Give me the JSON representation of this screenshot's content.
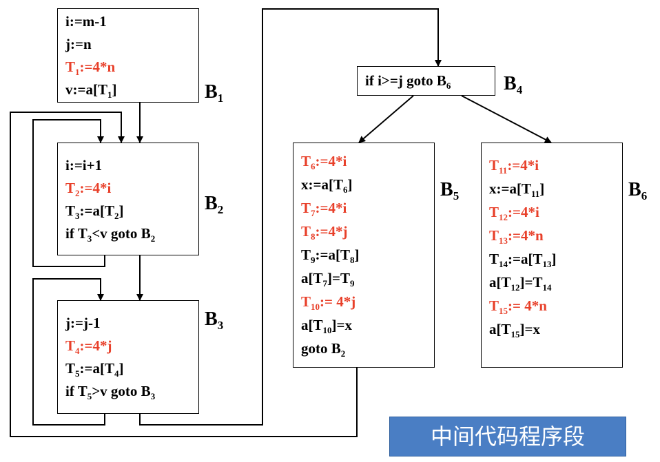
{
  "caption": "中间代码程序段",
  "colors": {
    "highlight": "#e8402a",
    "caption_bg": "#4a7ec4"
  },
  "blocks": {
    "B1": {
      "label": {
        "base": "B",
        "sub": "1"
      },
      "lines": [
        {
          "color": "black",
          "parts": [
            [
              "i:=m-1"
            ]
          ]
        },
        {
          "color": "black",
          "parts": [
            [
              "j:=n"
            ]
          ]
        },
        {
          "color": "red",
          "parts": [
            [
              "T"
            ],
            [
              "1",
              "sub"
            ],
            [
              ":=4*n"
            ]
          ]
        },
        {
          "color": "black",
          "parts": [
            [
              "v:=a[T"
            ],
            [
              "1",
              "sub"
            ],
            [
              "]"
            ]
          ]
        }
      ]
    },
    "B2": {
      "label": {
        "base": "B",
        "sub": "2"
      },
      "lines": [
        {
          "color": "black",
          "parts": [
            [
              "i:=i+1"
            ]
          ]
        },
        {
          "color": "red",
          "parts": [
            [
              "T"
            ],
            [
              "2",
              "sub"
            ],
            [
              ":=4*i"
            ]
          ]
        },
        {
          "color": "black",
          "parts": [
            [
              "T"
            ],
            [
              "3",
              "sub"
            ],
            [
              ":=a[T"
            ],
            [
              "2",
              "sub"
            ],
            [
              "]"
            ]
          ]
        },
        {
          "color": "black",
          "parts": [
            [
              "if T"
            ],
            [
              "3",
              "sub"
            ],
            [
              "<v goto B"
            ],
            [
              "2",
              "sub"
            ]
          ]
        }
      ]
    },
    "B3": {
      "label": {
        "base": "B",
        "sub": "3"
      },
      "lines": [
        {
          "color": "black",
          "parts": [
            [
              "j:=j-1"
            ]
          ]
        },
        {
          "color": "red",
          "parts": [
            [
              "T"
            ],
            [
              "4",
              "sub"
            ],
            [
              ":=4*j"
            ]
          ]
        },
        {
          "color": "black",
          "parts": [
            [
              "T"
            ],
            [
              "5",
              "sub"
            ],
            [
              ":=a[T"
            ],
            [
              "4",
              "sub"
            ],
            [
              "]"
            ]
          ]
        },
        {
          "color": "black",
          "parts": [
            [
              "if T"
            ],
            [
              "5",
              "sub"
            ],
            [
              ">v goto B"
            ],
            [
              "3",
              "sub"
            ]
          ]
        }
      ]
    },
    "B4": {
      "label": {
        "base": "B",
        "sub": "4"
      },
      "condition": [
        [
          "if i>=j goto B"
        ],
        [
          "6",
          "sub"
        ]
      ]
    },
    "B5": {
      "label": {
        "base": "B",
        "sub": "5"
      },
      "lines": [
        {
          "color": "red",
          "parts": [
            [
              "T"
            ],
            [
              "6",
              "sub"
            ],
            [
              ":=4*i"
            ]
          ]
        },
        {
          "color": "black",
          "parts": [
            [
              "x:=a[T"
            ],
            [
              "6",
              "sub"
            ],
            [
              "]"
            ]
          ]
        },
        {
          "color": "red",
          "parts": [
            [
              "T"
            ],
            [
              "7",
              "sub"
            ],
            [
              ":=4*i"
            ]
          ]
        },
        {
          "color": "red",
          "parts": [
            [
              "T"
            ],
            [
              "8",
              "sub"
            ],
            [
              ":=4*j"
            ]
          ]
        },
        {
          "color": "black",
          "parts": [
            [
              "T"
            ],
            [
              "9",
              "sub"
            ],
            [
              ":=a[T"
            ],
            [
              "8",
              "sub"
            ],
            [
              "]"
            ]
          ]
        },
        {
          "color": "black",
          "parts": [
            [
              "a[T"
            ],
            [
              "7",
              "sub"
            ],
            [
              "]=T"
            ],
            [
              "9",
              "sub"
            ]
          ]
        },
        {
          "color": "red",
          "parts": [
            [
              "T"
            ],
            [
              "10",
              "sub"
            ],
            [
              ":= 4*j"
            ]
          ]
        },
        {
          "color": "black",
          "parts": [
            [
              "a[T"
            ],
            [
              "10",
              "sub"
            ],
            [
              "]=x"
            ]
          ]
        },
        {
          "color": "black",
          "parts": [
            [
              "goto B"
            ],
            [
              "2",
              "sub"
            ]
          ]
        }
      ]
    },
    "B6": {
      "label": {
        "base": "B",
        "sub": "6"
      },
      "lines": [
        {
          "color": "red",
          "parts": [
            [
              "T"
            ],
            [
              "11",
              "sub"
            ],
            [
              ":=4*i"
            ]
          ]
        },
        {
          "color": "black",
          "parts": [
            [
              "x:=a[T"
            ],
            [
              "11",
              "sub"
            ],
            [
              "]"
            ]
          ]
        },
        {
          "color": "red",
          "parts": [
            [
              "T"
            ],
            [
              "12",
              "sub"
            ],
            [
              ":=4*i"
            ]
          ]
        },
        {
          "color": "red",
          "parts": [
            [
              "T"
            ],
            [
              "13",
              "sub"
            ],
            [
              ":=4*n"
            ]
          ]
        },
        {
          "color": "black",
          "parts": [
            [
              "T"
            ],
            [
              "14",
              "sub"
            ],
            [
              ":=a[T"
            ],
            [
              "13",
              "sub"
            ],
            [
              "]"
            ]
          ]
        },
        {
          "color": "black",
          "parts": [
            [
              "a[T"
            ],
            [
              "12",
              "sub"
            ],
            [
              "]=T"
            ],
            [
              "14",
              "sub"
            ]
          ]
        },
        {
          "color": "red",
          "parts": [
            [
              "T"
            ],
            [
              "15",
              "sub"
            ],
            [
              ":= 4*n"
            ]
          ]
        },
        {
          "color": "black",
          "parts": [
            [
              "a[T"
            ],
            [
              "15",
              "sub"
            ],
            [
              "]=x"
            ]
          ]
        }
      ]
    }
  },
  "edges": [
    {
      "from": "B1",
      "to": "B2"
    },
    {
      "from": "B2",
      "to": "B2"
    },
    {
      "from": "B2",
      "to": "B3"
    },
    {
      "from": "B3",
      "to": "B3"
    },
    {
      "from": "B3",
      "to": "B4"
    },
    {
      "from": "B4",
      "to": "B5"
    },
    {
      "from": "B4",
      "to": "B6"
    },
    {
      "from": "B5",
      "to": "B2"
    }
  ]
}
